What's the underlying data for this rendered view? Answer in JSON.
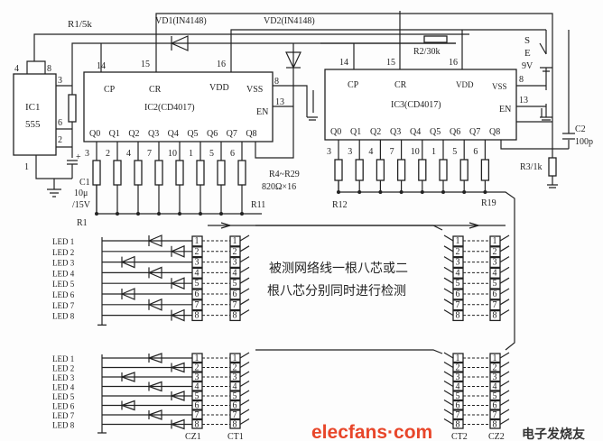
{
  "labels": {
    "r1": "R1/5k",
    "vd1": "VD1(IN4148)",
    "vd2": "VD2(IN4148)",
    "r2": "R2/30k",
    "s": "S",
    "e": "E",
    "v9": "9V",
    "c2": "C2",
    "c2v": "100p",
    "r3": "R3/1k",
    "r4": "R4~R29",
    "r4v": "820Ω×16",
    "r11": "R11",
    "r12": "R12",
    "r19": "R19",
    "c1": "C1",
    "c1v": "10μ",
    "c1u": "/15V",
    "r1b": "R1",
    "plus": "+"
  },
  "ic1": {
    "name": "IC1",
    "type": "555",
    "pins": {
      "p4": "4",
      "p8": "8",
      "p3": "3",
      "p6": "6",
      "p2": "2",
      "p1": "1"
    }
  },
  "ic2": {
    "name": "IC2(CD4017)",
    "cp": "CP",
    "cr": "CR",
    "vdd": "VDD",
    "vss": "VSS",
    "en": "EN",
    "p14": "14",
    "p15": "15",
    "p16": "16",
    "p8": "8",
    "p13": "13",
    "q": [
      "Q0",
      "Q1",
      "Q2",
      "Q3",
      "Q4",
      "Q5",
      "Q6",
      "Q7",
      "Q8"
    ],
    "qpins": [
      "3",
      "2",
      "4",
      "7",
      "10",
      "1",
      "5",
      "6"
    ]
  },
  "ic3": {
    "name": "IC3(CD4017)",
    "cp": "CP",
    "cr": "CR",
    "vdd": "VDD",
    "vss": "VSS",
    "en": "EN",
    "p14": "14",
    "p15": "15",
    "p16": "16",
    "p8": "8",
    "p13": "13",
    "q": [
      "Q0",
      "Q1",
      "Q2",
      "Q3",
      "Q4",
      "Q5",
      "Q6",
      "Q7",
      "Q8"
    ],
    "qpins": [
      "3",
      "3",
      "4",
      "7",
      "10",
      "1",
      "5",
      "6"
    ]
  },
  "leds": [
    "LED 1",
    "LED 2",
    "LED 3",
    "LED 4",
    "LED 5",
    "LED 6",
    "LED 7",
    "LED 8"
  ],
  "pins": [
    "1",
    "2",
    "3",
    "4",
    "5",
    "6",
    "7",
    "8"
  ],
  "connectors": {
    "cz1": "CZ1",
    "ct1": "CT1",
    "ct2": "CT2",
    "cz2": "CZ2"
  },
  "note": [
    "被测网络线一根八芯或二",
    "根八芯分别同时进行检测"
  ],
  "watermark": {
    "brand": "elecfans·com",
    "cn": "电子发烧友"
  }
}
